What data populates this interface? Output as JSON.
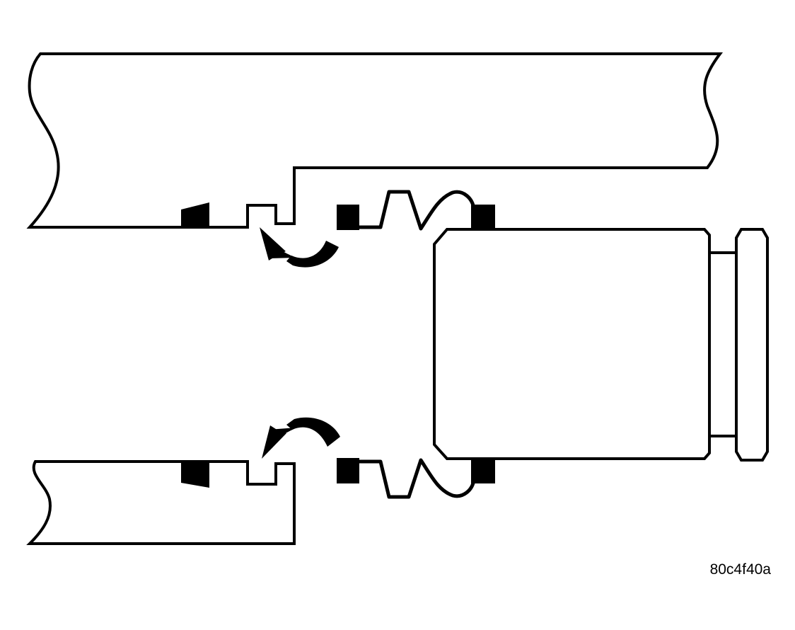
{
  "figure": {
    "id_label": "80c4f40a",
    "stroke_color": "#000000",
    "fill_color": "#ffffff",
    "icons": [
      "rotation-arrow-icon-top",
      "rotation-arrow-icon-bottom"
    ]
  }
}
